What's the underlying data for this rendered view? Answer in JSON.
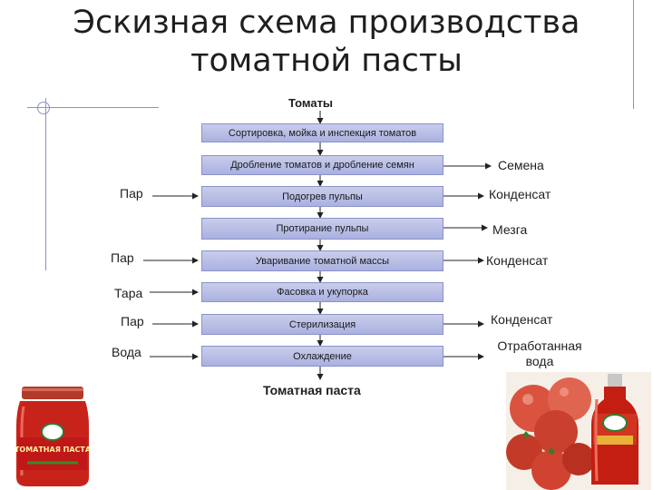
{
  "title": "Эскизная схема производства томатной пасты",
  "top_label": "Томаты",
  "bottom_label": "Томатная паста",
  "steps": [
    "Сортировка, мойка и инспекция томатов",
    "Дробление томатов и дробление семян",
    "Подогрев пульпы",
    "Протирание пульпы",
    "Уваривание томатной массы",
    "Фасовка и укупорка",
    "Стерилизация",
    "Охлаждение"
  ],
  "inputs": [
    "Пар",
    "Пар",
    "Тара",
    "Пар",
    "Вода"
  ],
  "outputs": [
    "Семена",
    "Конденсат",
    "Мезга",
    "Конденсат",
    "Конденсат",
    "Отработанная вода"
  ],
  "jar_label": "ТОМАТНАЯ ПАСТА",
  "colors": {
    "box_fill": "#b3b9e4",
    "box_border": "#8b92c9",
    "deco_line": "#8a93c4"
  }
}
